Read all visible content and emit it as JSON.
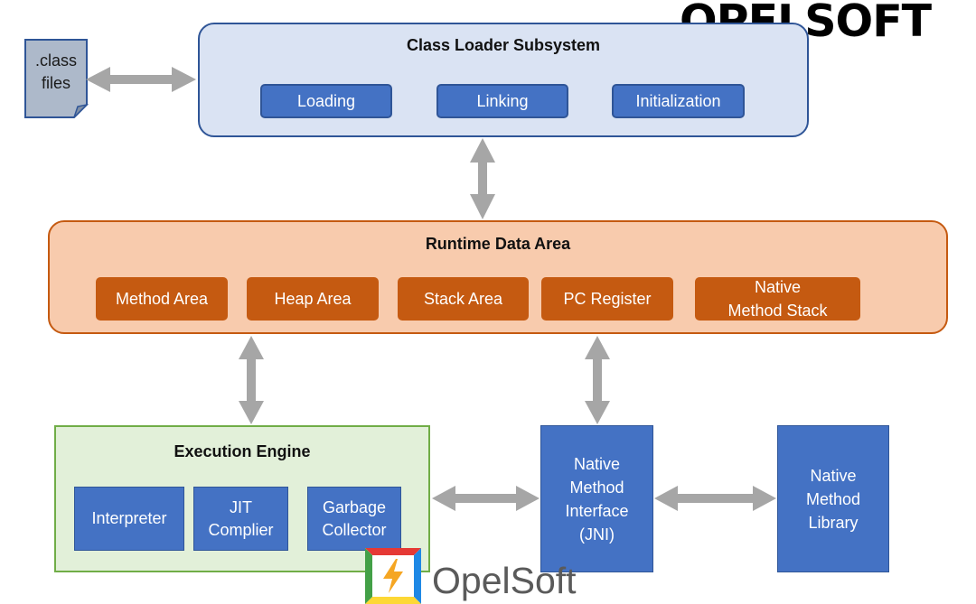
{
  "watermark": {
    "brand": "OPELSOFT",
    "logo_text": "OpelSoft"
  },
  "class_files": {
    "line1": ".class",
    "line2": "files"
  },
  "class_loader": {
    "title": "Class Loader Subsystem",
    "items": [
      "Loading",
      "Linking",
      "Initialization"
    ]
  },
  "runtime_data_area": {
    "title": "Runtime Data Area",
    "items": [
      "Method Area",
      "Heap Area",
      "Stack Area",
      "PC Register",
      "Native Method Stack"
    ]
  },
  "execution_engine": {
    "title": "Execution Engine",
    "items": [
      "Interpreter",
      "JIT Complier",
      "Garbage Collector"
    ]
  },
  "native_interface": {
    "label": "Native Method Interface (JNI)"
  },
  "native_library": {
    "label": "Native Method Library"
  },
  "colors": {
    "loader_fill": "#dae3f3",
    "loader_border": "#2f5597",
    "runtime_fill": "#f8cbad",
    "runtime_item": "#c55a11",
    "engine_fill": "#e2f0d9",
    "engine_border": "#70ad47",
    "blue": "#4472c4",
    "arrow": "#a6a6a6"
  }
}
